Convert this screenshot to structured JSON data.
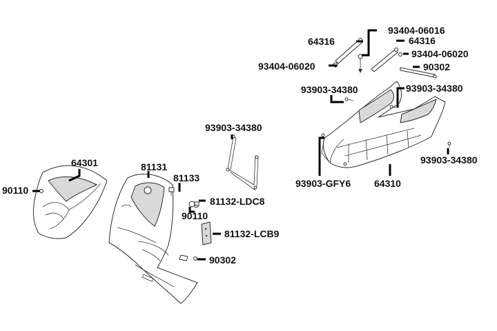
{
  "diagram": {
    "parts": {
      "p64301": "64301",
      "p90110a": "90110",
      "p81131": "81131",
      "p81133": "81133",
      "p81132ldc8": "81132-LDC8",
      "p90110b": "90110",
      "p81132lcb9": "81132-LCB9",
      "p90302a": "90302",
      "p93903a": "93903-34380",
      "p64316a": "64316",
      "p93404a": "93404-06016",
      "p64316b": "64316",
      "p93404b": "93404-06020",
      "p93404c": "93404-06020",
      "p90302b": "90302",
      "p93903b": "93903-34380",
      "p93903c": "93903-34380",
      "p93903d": "93903-34380",
      "p93903gfy6": "93903-GFY6",
      "p64310": "64310"
    }
  }
}
